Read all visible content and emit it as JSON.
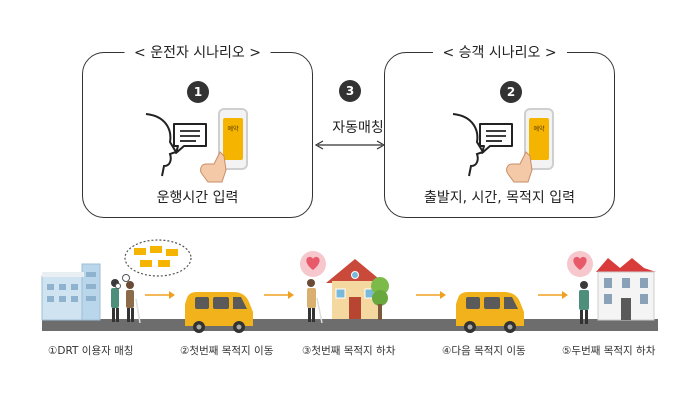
{
  "driver_box": {
    "title": "< 운전자 시나리오 >",
    "step": "1",
    "caption": "운행시간 입력"
  },
  "passenger_box": {
    "title": "< 승객 시나리오 >",
    "step": "2",
    "caption": "출발지, 시간, 목적지 입력"
  },
  "matching": {
    "step": "3",
    "label": "자동매칭"
  },
  "phone_screen_text": "예약",
  "timeline": [
    {
      "label": "①DRT 이용자 매칭"
    },
    {
      "label": "②첫번째 목적지 이동"
    },
    {
      "label": "③첫번째 목적지 하차"
    },
    {
      "label": "④다음 목적지 이동"
    },
    {
      "label": "⑤두번째 목적지 하차"
    }
  ],
  "colors": {
    "accent_yellow": "#f5b400",
    "van_body": "#f2b21b",
    "heart_pink": "#e85a6a",
    "road": "#6d6d6d"
  }
}
